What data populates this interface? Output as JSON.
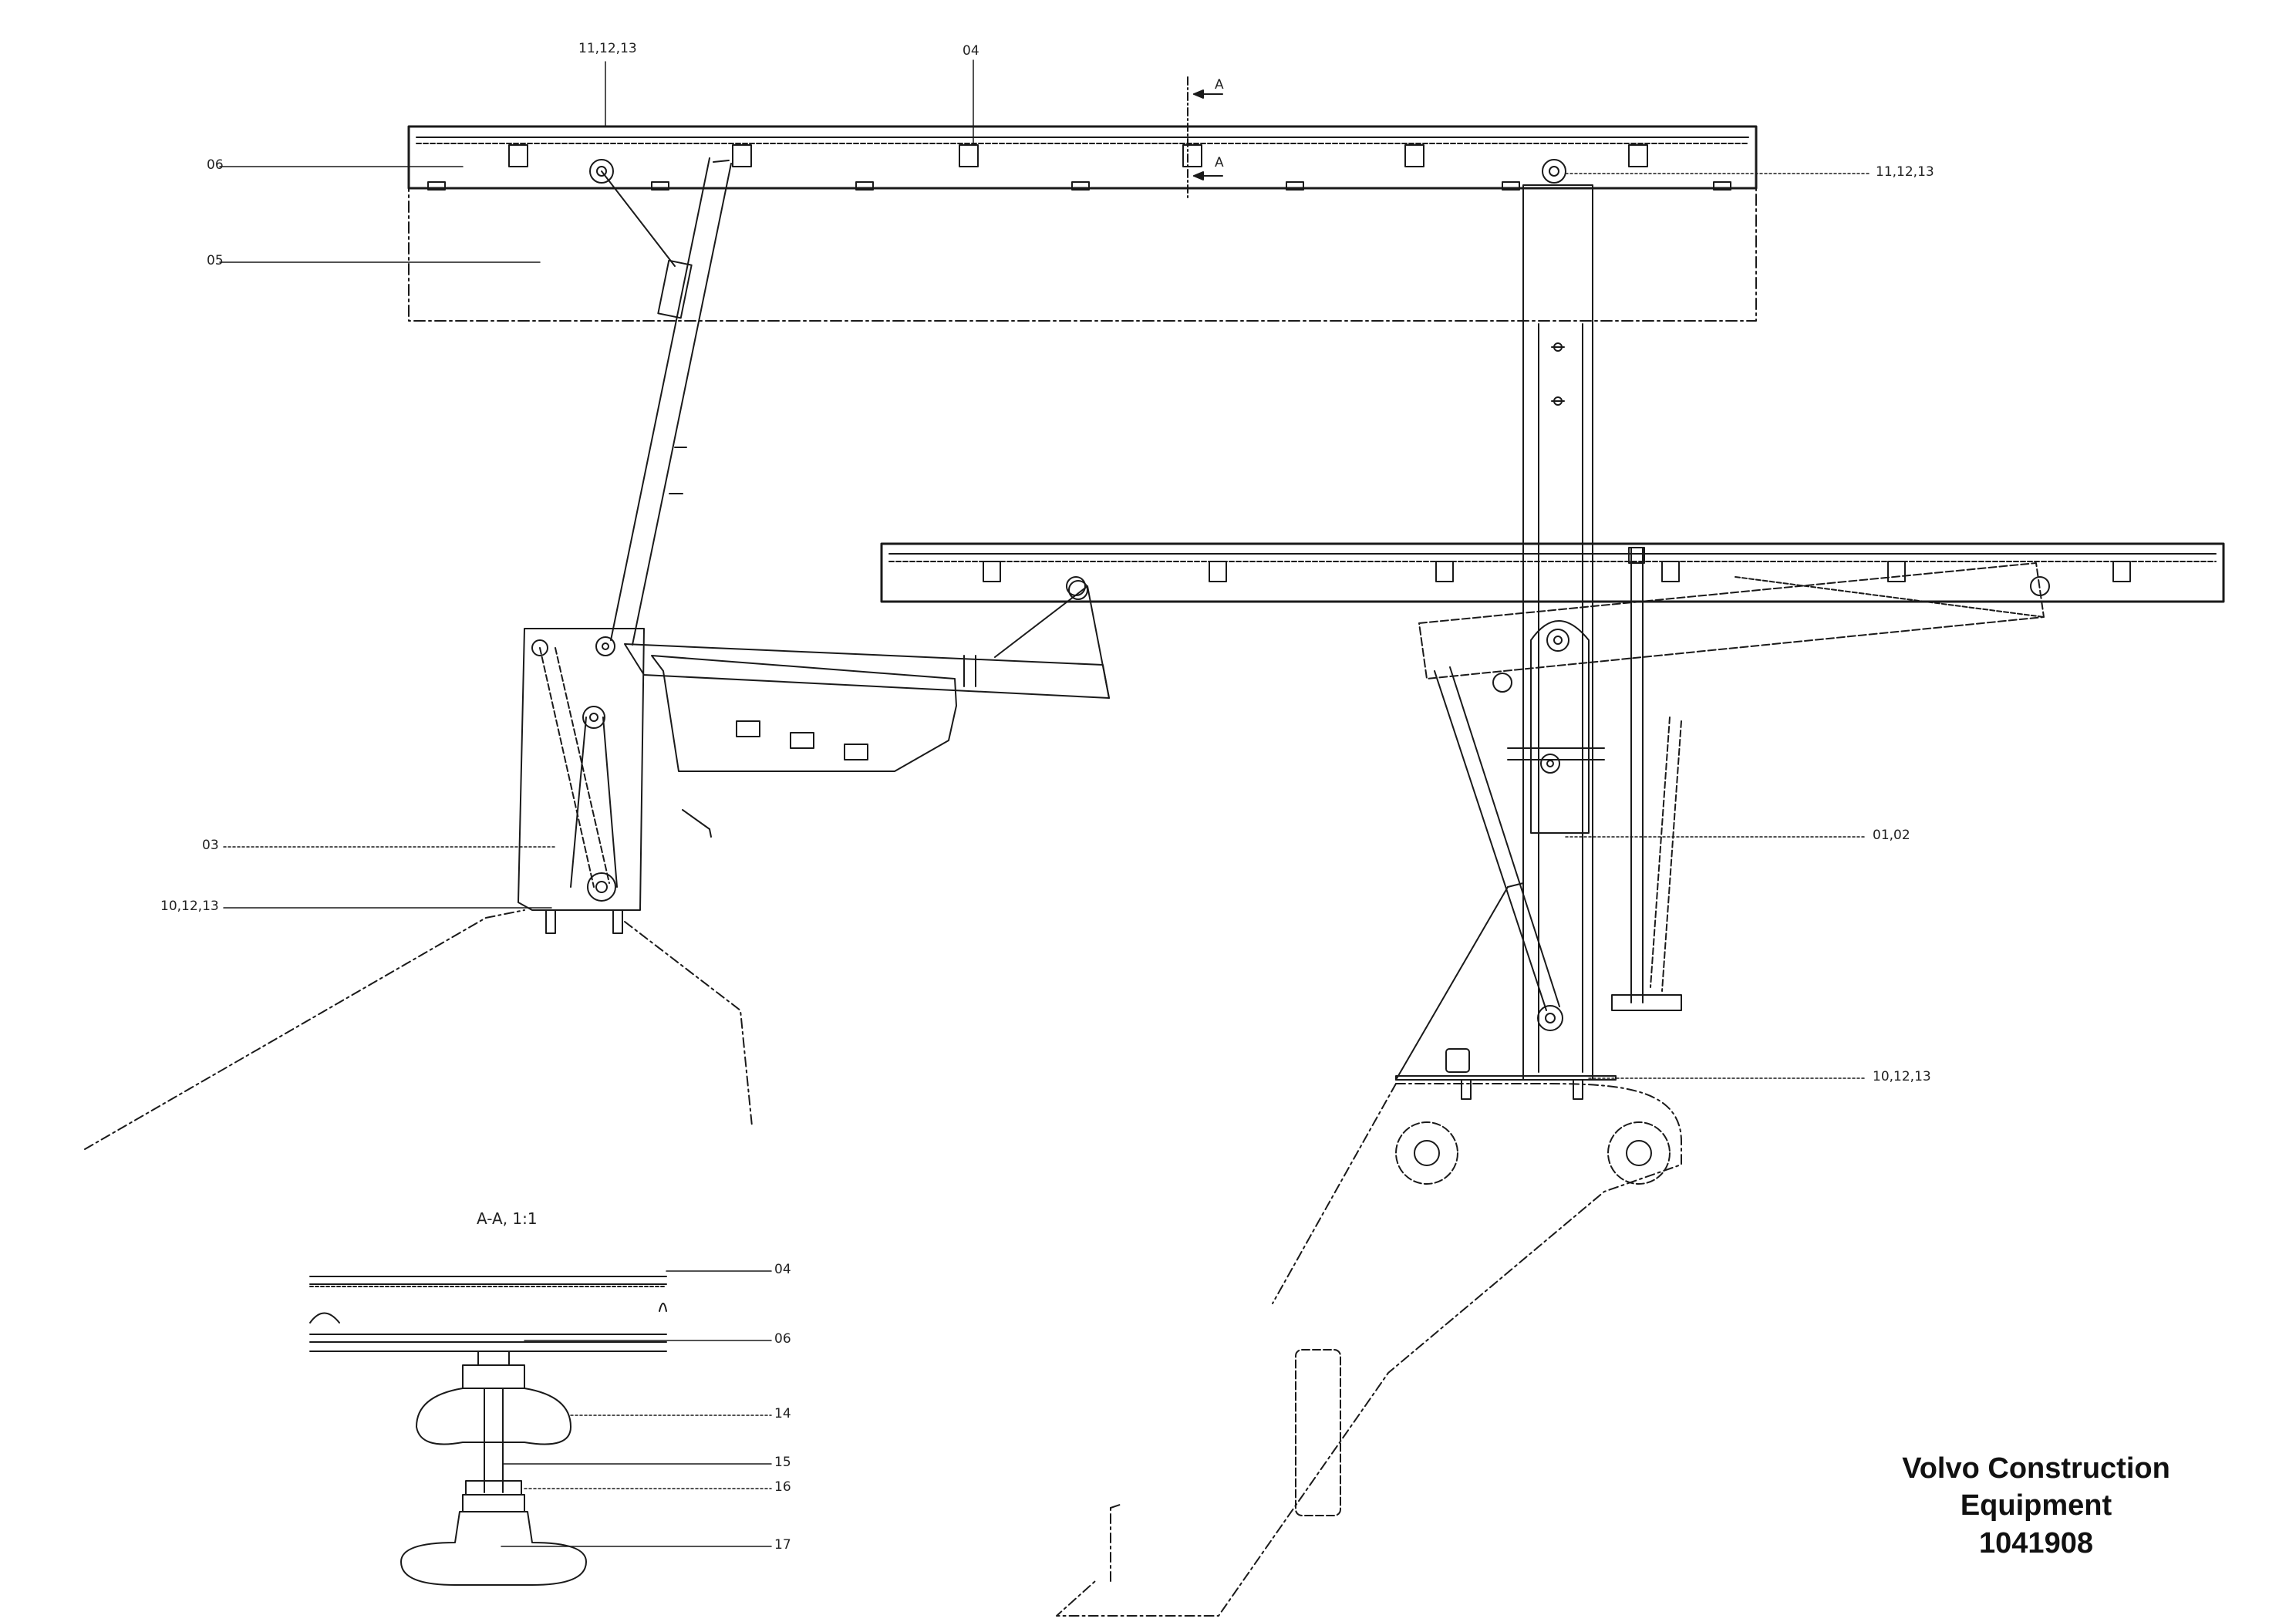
{
  "callouts": {
    "top_left_11_12_13": "11,12,13",
    "top_04": "04",
    "section_mark_upper": "A",
    "section_mark_lower": "A",
    "left_06": "06",
    "left_05": "05",
    "right_11_12_13": "11,12,13",
    "left_03": "03",
    "left_10_12_13": "10,12,13",
    "right_01_02": "01,02",
    "right_10_12_13": "10,12,13"
  },
  "section_view": {
    "title": "A-A,  1:1",
    "labels": {
      "p04": "04",
      "p06": "06",
      "p14": "14",
      "p15": "15",
      "p16": "16",
      "p17": "17"
    }
  },
  "title_block": {
    "line1": "Volvo Construction",
    "line2": "Equipment",
    "part_number": "1041908"
  }
}
